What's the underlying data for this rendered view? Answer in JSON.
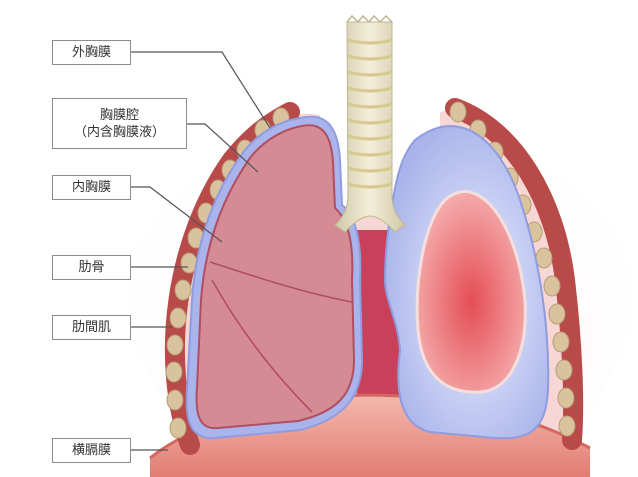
{
  "labels": {
    "outer_pleura": "外胸膜",
    "pleural_cavity": "胸膜腔",
    "pleural_cavity_note": "（内含胸膜液）",
    "inner_pleura": "内胸膜",
    "rib": "肋骨",
    "intercostal_muscle": "肋間肌",
    "diaphragm": "横膈膜"
  },
  "colors": {
    "chest_wall": "#b94a4a",
    "rib_bone": "#d9c39d",
    "pleura": "#9aa7e6",
    "lung": "#d58b93",
    "collapsed_lung": "#e25c62",
    "trachea": "#e9e2c6",
    "diaphragm": "#e58d85"
  }
}
